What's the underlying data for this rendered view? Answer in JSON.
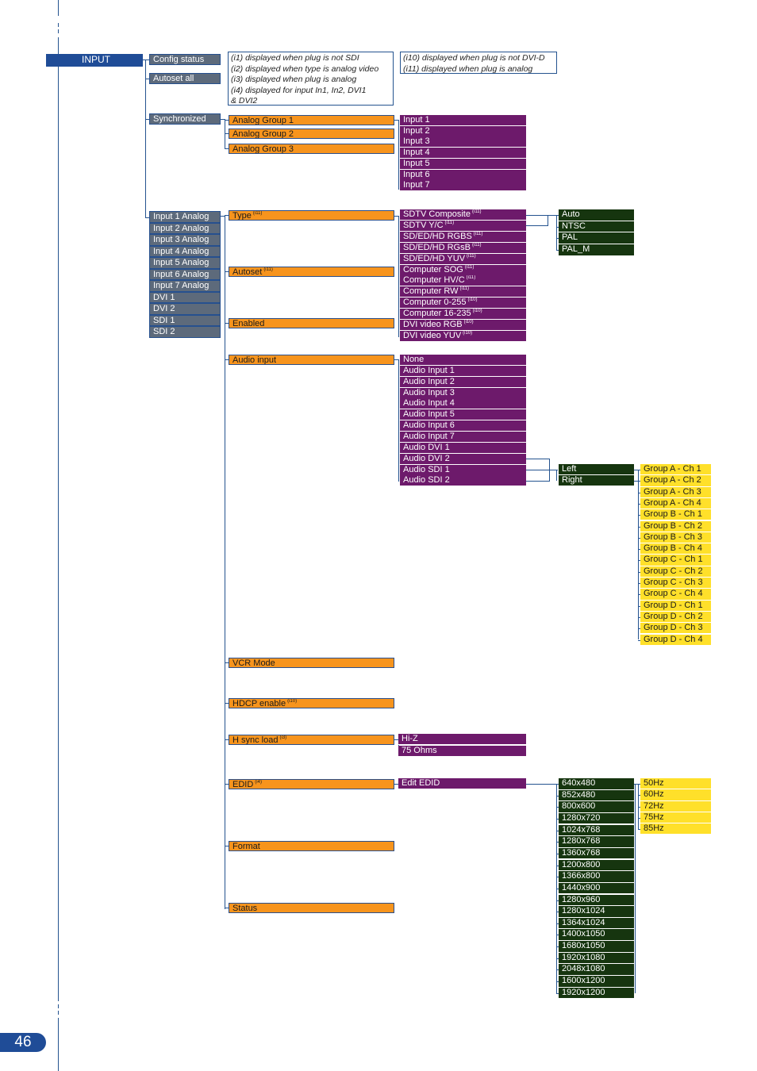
{
  "page_number": "46",
  "root": "INPUT",
  "level1": [
    "Config status",
    "Autoset all",
    "Synchronized"
  ],
  "sources": [
    "Input 1 Analog",
    "Input 2 Analog",
    "Input 3 Analog",
    "Input 4 Analog",
    "Input 5 Analog",
    "Input 6 Analog",
    "Input 7 Analog",
    "DVI 1",
    "DVI 2",
    "SDI 1",
    "SDI 2"
  ],
  "notes_left": [
    "(i1) displayed when plug is not SDI",
    "(i2) displayed when type is analog video",
    "(i3) displayed when plug is analog",
    "(i4) displayed for input In1, In2, DVI1",
    "& DVI2"
  ],
  "notes_right": [
    "(i10) displayed when plug is not DVI-D",
    "(i11) displayed when plug is analog"
  ],
  "analog_groups": [
    "Analog Group 1",
    "Analog Group 2",
    "Analog Group 3"
  ],
  "group_inputs": [
    "Input 1",
    "Input 2",
    "Input 3",
    "Input 4",
    "Input 5",
    "Input 6",
    "Input 7"
  ],
  "settings": [
    {
      "label": "Type",
      "sup": "(i11)"
    },
    {
      "label": "Autoset",
      "sup": "(i11)"
    },
    {
      "label": "Enabled",
      "sup": ""
    },
    {
      "label": "Audio input",
      "sup": ""
    },
    {
      "label": "VCR Mode",
      "sup": ""
    },
    {
      "label": "HDCP enable",
      "sup": "(i10)"
    },
    {
      "label": "H sync load",
      "sup": "(i3)"
    },
    {
      "label": "EDID",
      "sup": "(i4)"
    },
    {
      "label": "Format",
      "sup": ""
    },
    {
      "label": "Status",
      "sup": ""
    }
  ],
  "types": [
    {
      "label": "SDTV Composite",
      "sup": "(i11)"
    },
    {
      "label": "SDTV Y/C",
      "sup": "(i11)"
    },
    {
      "label": "SD/ED/HD RGBS",
      "sup": "(i11)"
    },
    {
      "label": "SD/ED/HD RGsB",
      "sup": "(i11)"
    },
    {
      "label": "SD/ED/HD YUV",
      "sup": "(i11)"
    },
    {
      "label": "Computer SOG",
      "sup": "(i11)"
    },
    {
      "label": "Computer HV/C",
      "sup": "(i11)"
    },
    {
      "label": "Computer RW",
      "sup": "(i11)"
    },
    {
      "label": "Computer 0-255",
      "sup": "(i10)"
    },
    {
      "label": "Computer 16-235",
      "sup": "(i10)"
    },
    {
      "label": "DVI video RGB",
      "sup": "(i10)"
    },
    {
      "label": "DVI video YUV",
      "sup": "(i10)"
    }
  ],
  "video_standards": [
    "Auto",
    "NTSC",
    "PAL",
    "PAL_M"
  ],
  "audio_inputs": [
    "None",
    "Audio Input 1",
    "Audio Input 2",
    "Audio Input 3",
    "Audio Input 4",
    "Audio Input 5",
    "Audio Input 6",
    "Audio Input 7",
    "Audio DVI 1",
    "Audio DVI 2",
    "Audio SDI 1",
    "Audio SDI 2"
  ],
  "channels": [
    "Left",
    "Right"
  ],
  "sdi_groups": [
    "Group A - Ch 1",
    "Group A - Ch 2",
    "Group A - Ch 3",
    "Group A - Ch 4",
    "Group B - Ch 1",
    "Group B - Ch 2",
    "Group B - Ch 3",
    "Group B - Ch 4",
    "Group C - Ch 1",
    "Group C - Ch 2",
    "Group C - Ch 3",
    "Group C - Ch 4",
    "Group D - Ch 1",
    "Group D - Ch 2",
    "Group D - Ch 3",
    "Group D - Ch 4"
  ],
  "hsync_options": [
    "Hi-Z",
    "75 Ohms"
  ],
  "edid_edit": "Edit EDID",
  "resolutions": [
    "640x480",
    "852x480",
    "800x600",
    "1280x720",
    "1024x768",
    "1280x768",
    "1360x768",
    "1200x800",
    "1366x800",
    "1440x900",
    "1280x960",
    "1280x1024",
    "1364x1024",
    "1400x1050",
    "1680x1050",
    "1920x1080",
    "2048x1080",
    "1600x1200",
    "1920x1200"
  ],
  "refresh_rates": [
    "50Hz",
    "60Hz",
    "72Hz",
    "75Hz",
    "85Hz"
  ],
  "colors": {
    "root": "#1f4c97",
    "gray": "#5d6a7b",
    "orange": "#f7941d",
    "purple": "#6d1a6b",
    "green": "#16350f",
    "yellow": "#ffe02a",
    "line": "#24538f"
  }
}
